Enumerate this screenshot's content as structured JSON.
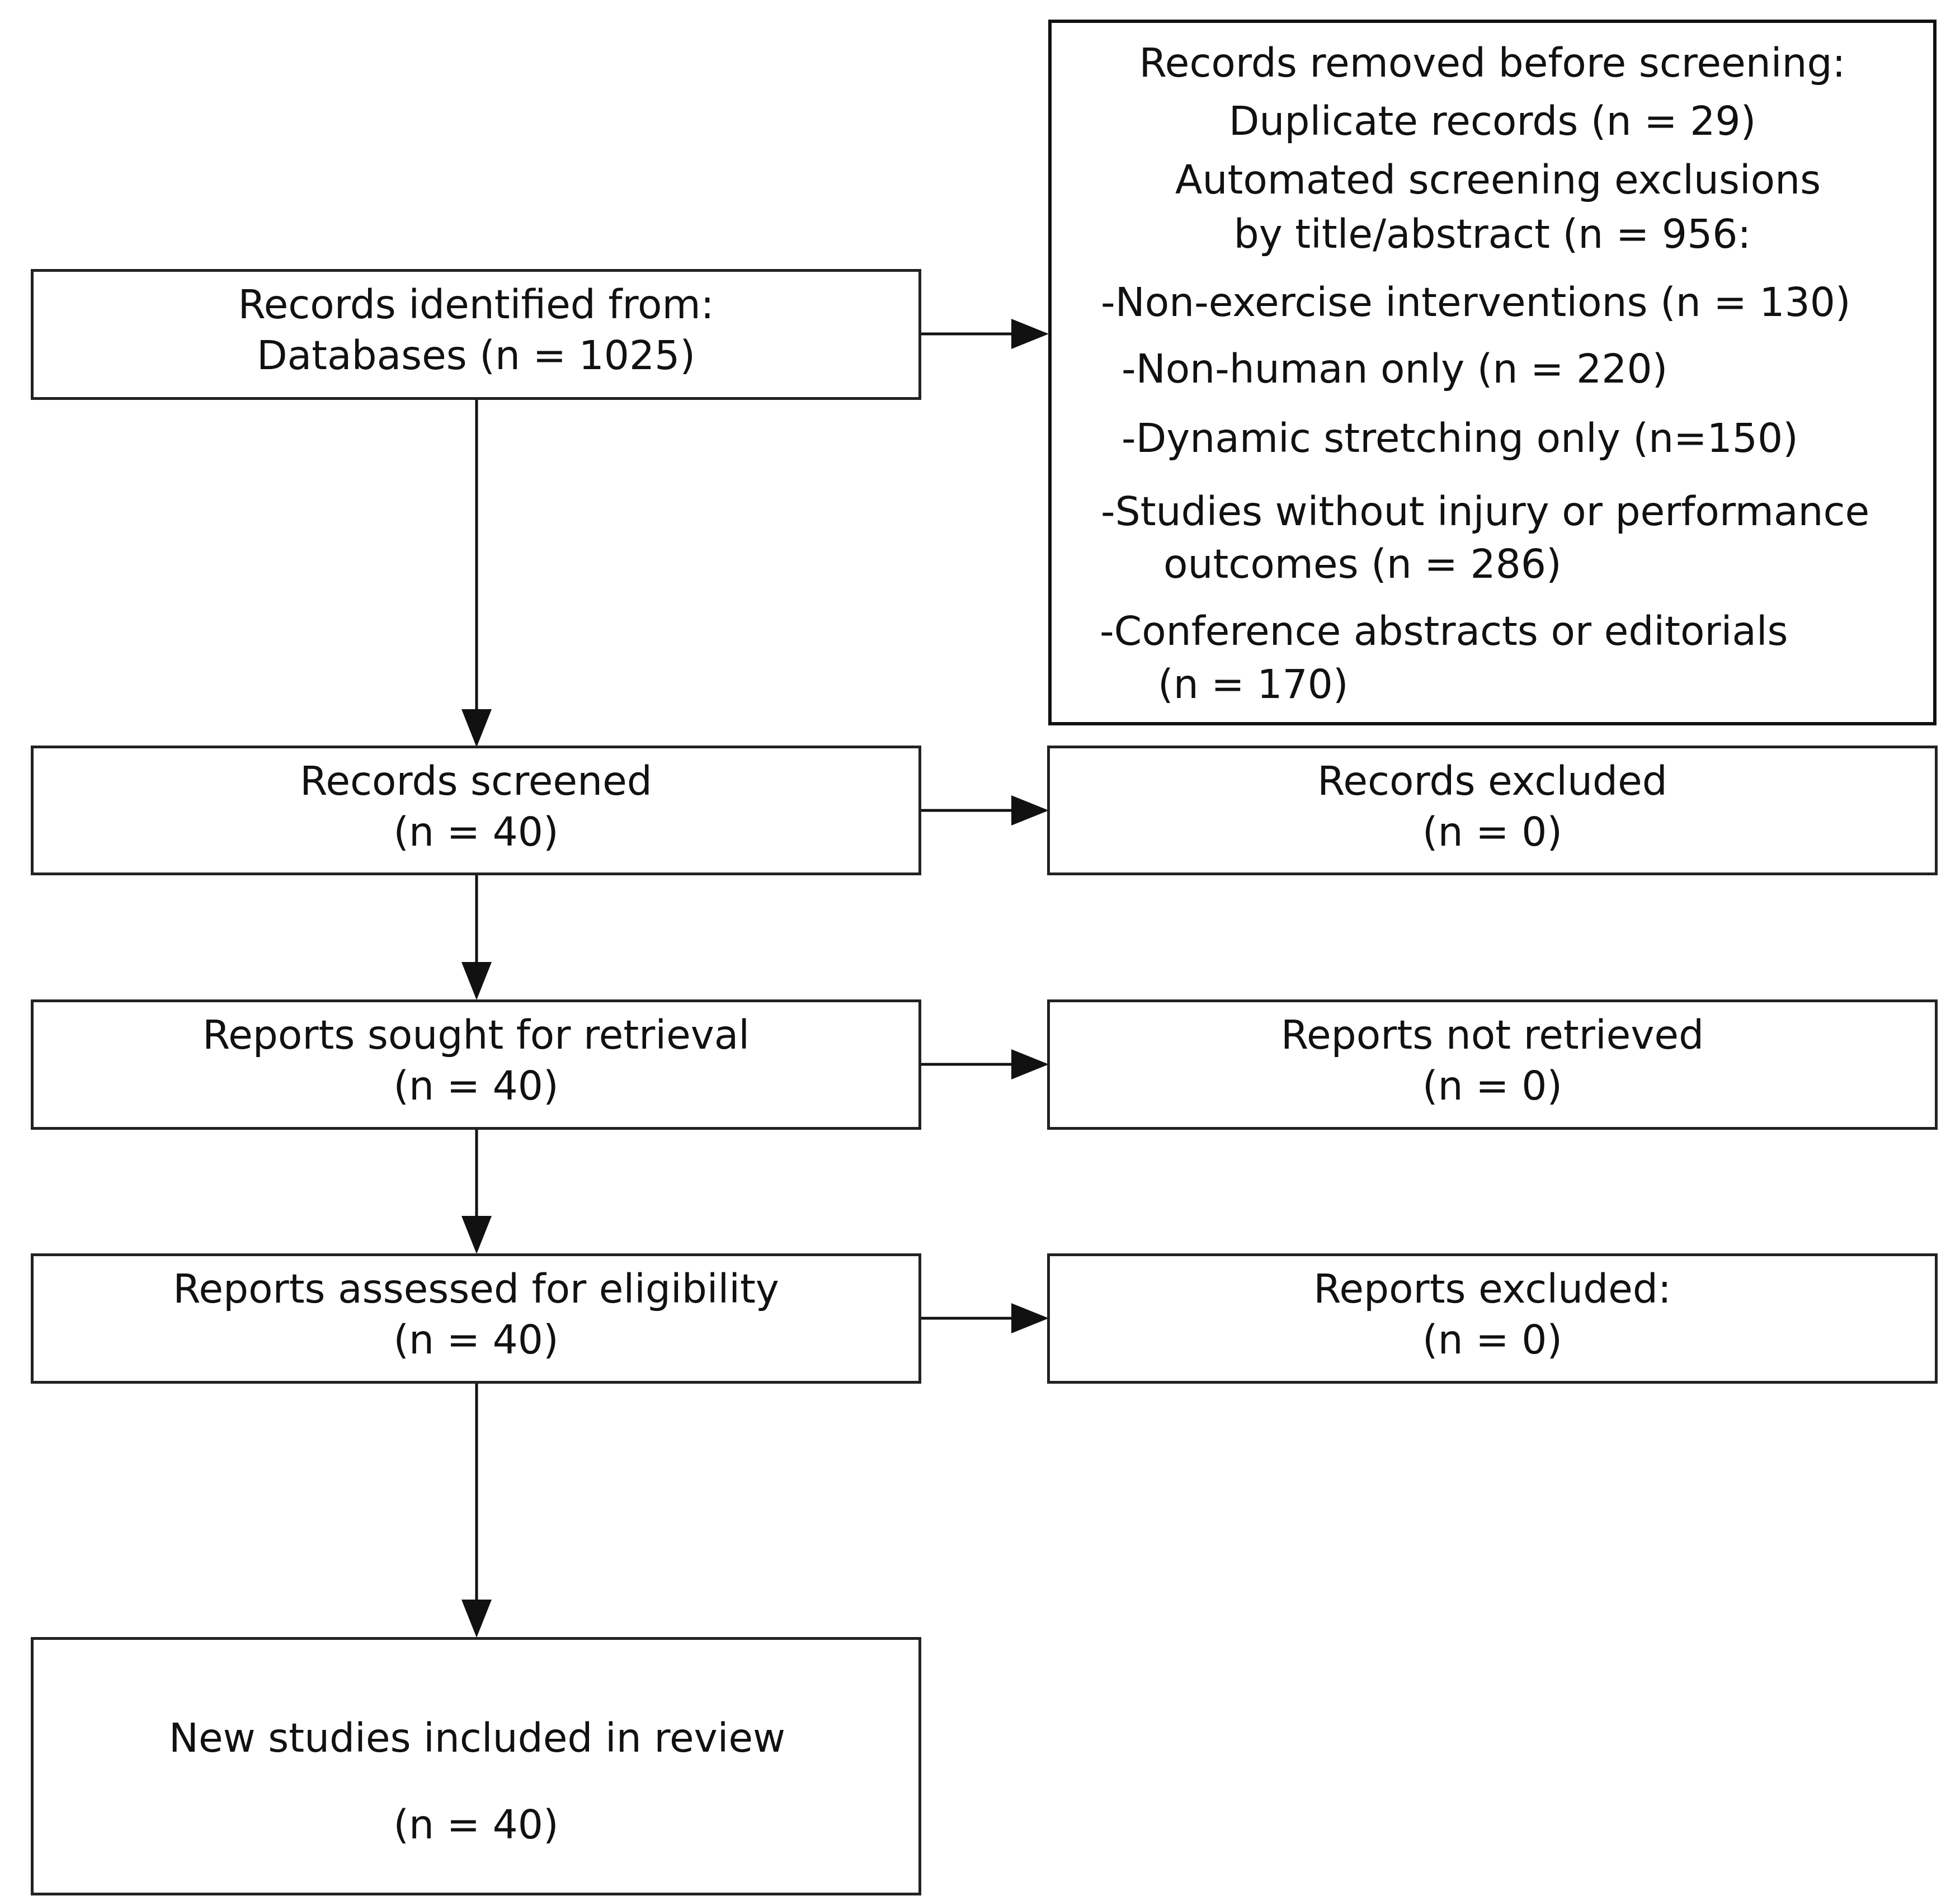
{
  "identification": {
    "records_identified": [
      "Records identified from:",
      "Databases (n = 1025)"
    ],
    "removed_before_screening": {
      "heading": "Records removed before screening:",
      "duplicates": "Duplicate records (n = 29)",
      "automated": [
        "Automated screening exclusions",
        "by title/abstract (n = 956:"
      ],
      "reasons": {
        "non_exercise": "-Non-exercise interventions (n = 130)",
        "non_human": "-Non-human only (n = 220)",
        "dynamic_stretching": "-Dynamic stretching only (n=150)",
        "no_outcomes": [
          "-Studies without injury or performance",
          "outcomes (n = 286)"
        ],
        "abstracts": [
          "-Conference abstracts or editorials",
          "(n = 170)"
        ]
      }
    }
  },
  "screening": {
    "records_screened": [
      "Records screened",
      "(n = 40)"
    ],
    "records_excluded": [
      "Records excluded",
      "(n = 0)"
    ],
    "reports_sought": [
      "Reports sought for retrieval",
      "(n = 40)"
    ],
    "reports_not_retrieved": [
      "Reports not retrieved",
      "(n = 0)"
    ],
    "reports_assessed": [
      "Reports assessed for eligibility",
      "(n = 40)"
    ],
    "reports_excluded": [
      "Reports excluded:",
      "(n = 0)"
    ]
  },
  "included": {
    "new_studies": [
      "New studies included in review",
      "(n = 40)"
    ]
  }
}
